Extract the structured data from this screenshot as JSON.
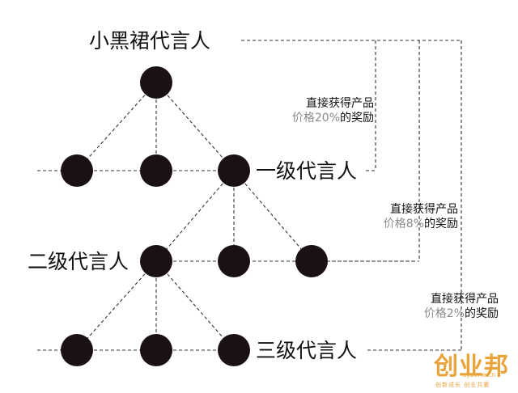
{
  "labels": {
    "top": "小黑裙代言人",
    "level1": "一级代言人",
    "level2": "二级代言人",
    "level3": "三级代言人"
  },
  "notes": [
    {
      "line1": "直接获得产品",
      "prefix": "价格",
      "percent": "20%",
      "suffix": "的奖励"
    },
    {
      "line1": "直接获得产品",
      "prefix": "价格",
      "percent": "8%",
      "suffix": "的奖励"
    },
    {
      "line1": "直接获得产品",
      "prefix": "价格",
      "percent": "2%",
      "suffix": "的奖励"
    }
  ],
  "logo": {
    "main": "创业邦",
    "url": "cyzone.cn",
    "slogan": "创新成长 创业共赢"
  },
  "colors": {
    "node": "#1a1212",
    "line": "#333333",
    "accent": "#e8a33a",
    "gray_text": "#8a8a8a"
  }
}
